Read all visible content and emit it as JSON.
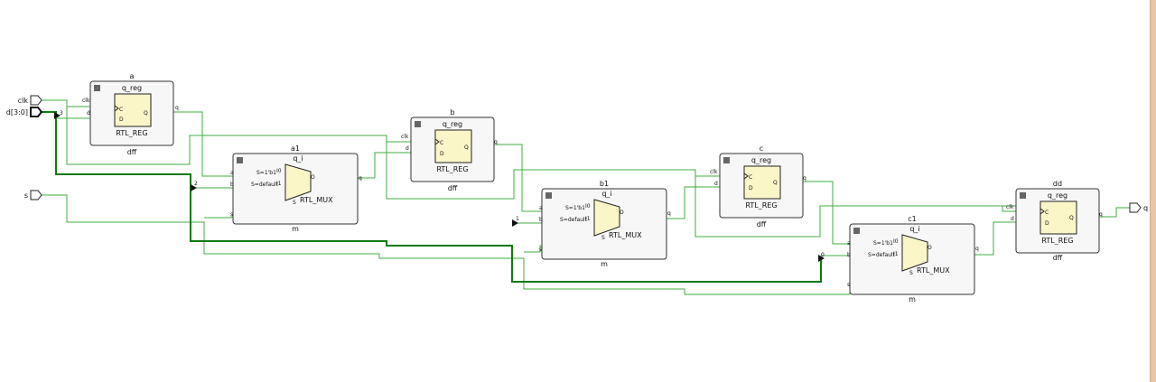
{
  "ports": {
    "clk": "clk",
    "d": "d[3:0]",
    "s": "s",
    "q": "q"
  },
  "registers": [
    {
      "id": "a",
      "inst": "a",
      "cell": "q_reg",
      "type": "RTL_REG",
      "module": "dff",
      "pin_c": "C",
      "pin_d": "D",
      "pin_q": "Q",
      "in_clk": "clk",
      "in_d": "d",
      "out": "q"
    },
    {
      "id": "b",
      "inst": "b",
      "cell": "q_reg",
      "type": "RTL_REG",
      "module": "dff",
      "pin_c": "C",
      "pin_d": "D",
      "pin_q": "Q",
      "in_clk": "clk",
      "in_d": "d",
      "out": "q"
    },
    {
      "id": "c",
      "inst": "c",
      "cell": "q_reg",
      "type": "RTL_REG",
      "module": "dff",
      "pin_c": "C",
      "pin_d": "D",
      "pin_q": "Q",
      "in_clk": "clk",
      "in_d": "d",
      "out": "q"
    },
    {
      "id": "dd",
      "inst": "dd",
      "cell": "q_reg",
      "type": "RTL_REG",
      "module": "dff",
      "pin_c": "C",
      "pin_d": "D",
      "pin_q": "Q",
      "in_clk": "clk",
      "in_d": "d",
      "out": "q"
    }
  ],
  "muxes": [
    {
      "id": "a1",
      "inst": "a1",
      "cell": "q_i",
      "type": "RTL_MUX",
      "module": "m",
      "i0": "I0",
      "i1": "I1",
      "o": "O",
      "sel": "S",
      "cond0": "S=1'b1",
      "cond1": "S=default",
      "in_a": "a",
      "in_b": "b",
      "in_s": "s",
      "out": "q"
    },
    {
      "id": "b1",
      "inst": "b1",
      "cell": "q_i",
      "type": "RTL_MUX",
      "module": "m",
      "i0": "I0",
      "i1": "I1",
      "o": "O",
      "sel": "S",
      "cond0": "S=1'b1",
      "cond1": "S=default",
      "in_a": "a",
      "in_b": "b",
      "in_s": "s",
      "out": "q"
    },
    {
      "id": "c1",
      "inst": "c1",
      "cell": "q_i",
      "type": "RTL_MUX",
      "module": "m",
      "i0": "I0",
      "i1": "I1",
      "o": "O",
      "sel": "S",
      "cond0": "S=1'b1",
      "cond1": "S=default",
      "in_a": "a",
      "in_b": "b",
      "in_s": "s",
      "out": "q"
    }
  ],
  "bus_taps": [
    "3",
    "2",
    "1",
    "0"
  ]
}
